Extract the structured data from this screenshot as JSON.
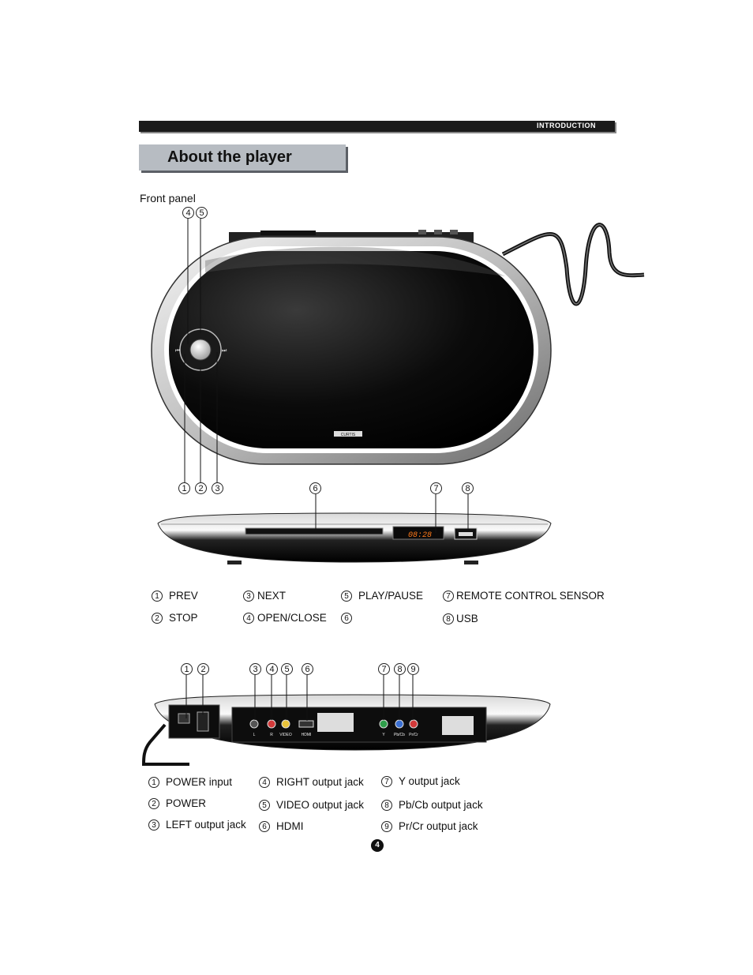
{
  "header": {
    "section": "INTRODUCTION",
    "title": "About the player"
  },
  "front_panel": {
    "label": "Front panel",
    "display": "08:28",
    "brand": "CURTIS",
    "callouts_top": [
      "4",
      "5"
    ],
    "callouts_bottom": [
      "1",
      "2",
      "3"
    ],
    "callouts_side": [
      "6",
      "7",
      "8"
    ],
    "legend": [
      {
        "n": "1",
        "label": "PREV"
      },
      {
        "n": "2",
        "label": "STOP"
      },
      {
        "n": "3",
        "label": "NEXT"
      },
      {
        "n": "4",
        "label": "OPEN/CLOSE"
      },
      {
        "n": "5",
        "label": "PLAY/PAUSE"
      },
      {
        "n": "6",
        "label": ""
      },
      {
        "n": "7",
        "label": "REMOTE CONTROL SENSOR"
      },
      {
        "n": "8",
        "label": "USB"
      }
    ]
  },
  "back_panel": {
    "callouts": [
      "1",
      "2",
      "3",
      "4",
      "5",
      "6",
      "7",
      "8",
      "9"
    ],
    "jack_labels": [
      "L",
      "R",
      "VIDEO",
      "HDMI",
      "Y",
      "Pb/Cb",
      "Pr/Cr"
    ],
    "legend": [
      {
        "n": "1",
        "label": "POWER input"
      },
      {
        "n": "2",
        "label": "POWER"
      },
      {
        "n": "3",
        "label": "LEFT output jack"
      },
      {
        "n": "4",
        "label": "RIGHT output jack"
      },
      {
        "n": "5",
        "label": "VIDEO output jack"
      },
      {
        "n": "6",
        "label": "HDMI"
      },
      {
        "n": "7",
        "label": "Y output jack"
      },
      {
        "n": "8",
        "label": "Pb/Cb output jack"
      },
      {
        "n": "9",
        "label": "Pr/Cr output jack"
      }
    ]
  },
  "page_number": "4",
  "colors": {
    "display_led": "#ff7a1a",
    "jack_red": "#d23a3a",
    "jack_yellow": "#e8c23a",
    "jack_green": "#2f9e4a",
    "jack_blue": "#3a6fd2"
  }
}
